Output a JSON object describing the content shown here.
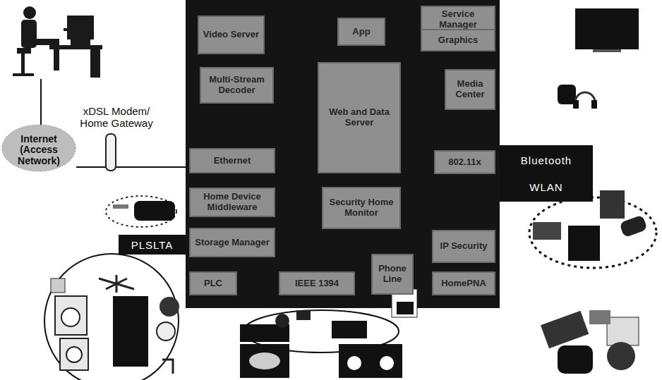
{
  "diagram": {
    "nodes": [
      {
        "text": [
          "Video Server"
        ]
      },
      {
        "text": [
          "App"
        ]
      },
      {
        "text": [
          "Service Manager"
        ]
      },
      {
        "text": [
          "Graphics"
        ]
      },
      {
        "text": [
          "Multi-Stream Decoder"
        ]
      },
      {
        "text": [
          "Web and Data Server"
        ]
      },
      {
        "text": [
          "Media Center"
        ]
      },
      {
        "text": [
          "Ethernet"
        ]
      },
      {
        "text": [
          "802.11x"
        ]
      },
      {
        "text": [
          "Home Device Middleware"
        ]
      },
      {
        "text": [
          "Security Home Monitor"
        ]
      },
      {
        "text": [
          "Storage Manager"
        ]
      },
      {
        "text": [
          "IP Security"
        ]
      },
      {
        "text": [
          "PLC"
        ]
      },
      {
        "text": [
          "IEEE 1394"
        ]
      },
      {
        "text": [
          "Phone Line"
        ]
      },
      {
        "text": [
          "HomePNA"
        ]
      },
      {
        "text": [
          "Bluetooth",
          "WLAN"
        ]
      },
      {
        "text": [
          "PLSLTA"
        ]
      }
    ],
    "labels": [
      "xDSL Modem/ Home Gateway",
      "Internet (Access Network)"
    ]
  }
}
